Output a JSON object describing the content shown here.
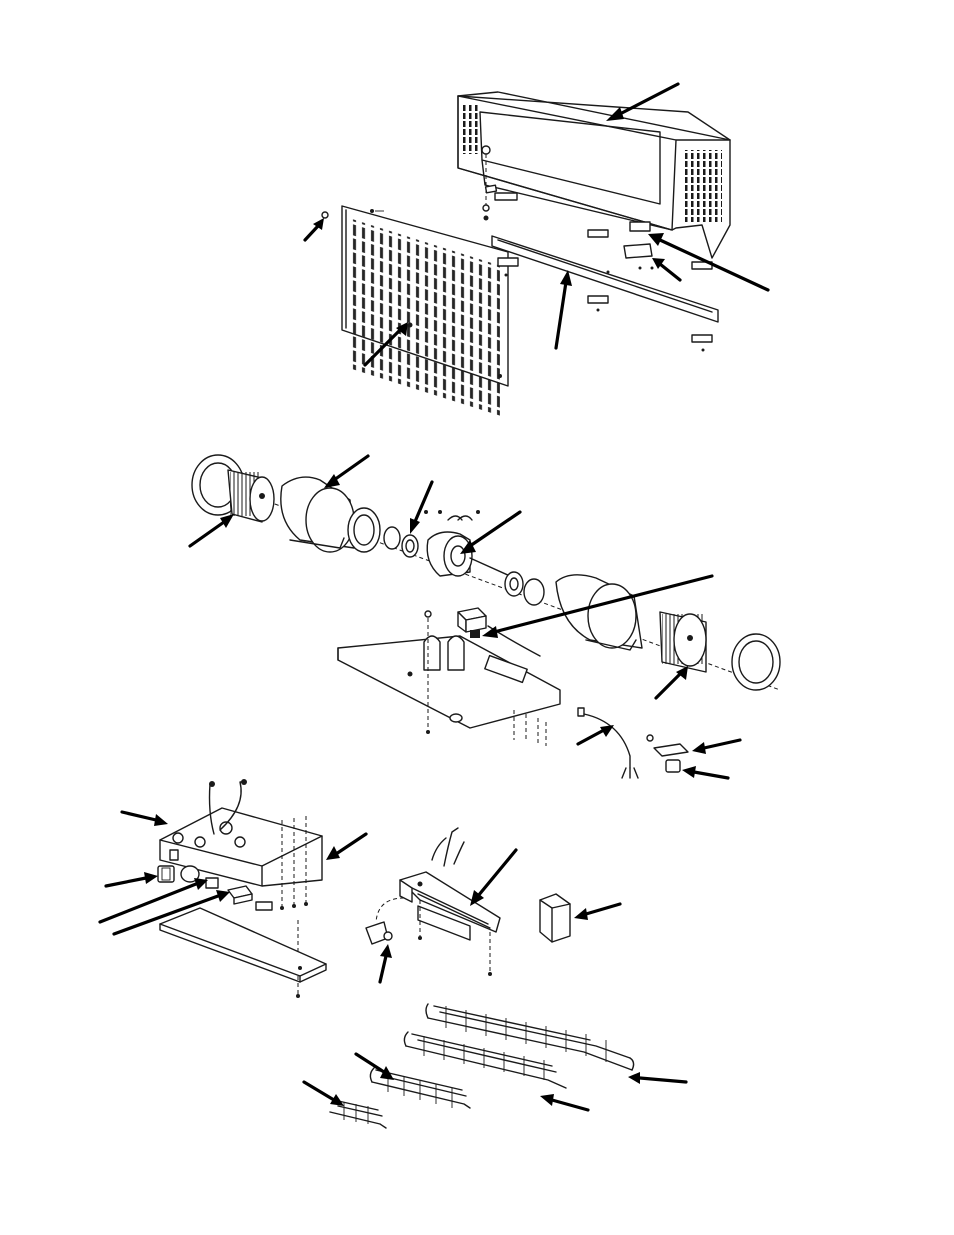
{
  "diagram": {
    "kind": "exploded-parts-view",
    "line_color": "#1a1a1a",
    "background": "#ffffff",
    "label_text": [],
    "assemblies": [
      "cabinet-assembly",
      "blower-motor-assembly",
      "control-box-assembly",
      "element-bracket-assembly",
      "heating-element-set"
    ]
  }
}
